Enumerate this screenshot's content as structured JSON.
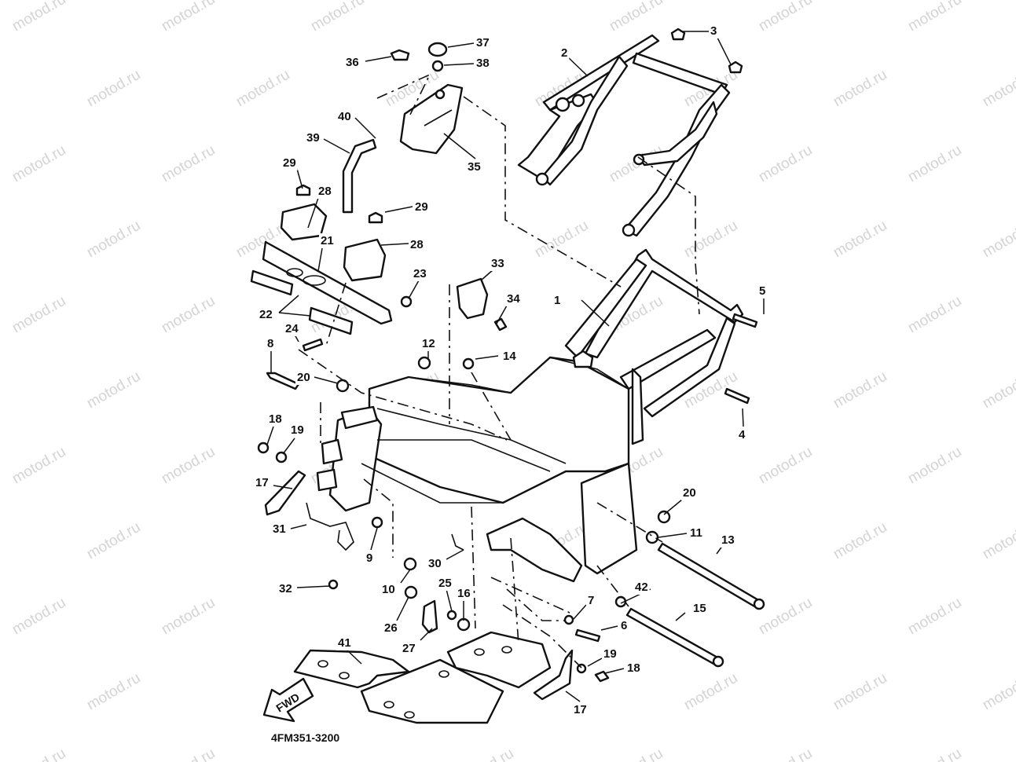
{
  "watermark": "motod.ru",
  "diagram_code": "4FM351-3200",
  "direction_arrow_label": "FWD",
  "callouts": [
    {
      "id": "1",
      "label": "1"
    },
    {
      "id": "2",
      "label": "2"
    },
    {
      "id": "3",
      "label": "3"
    },
    {
      "id": "4",
      "label": "4"
    },
    {
      "id": "5",
      "label": "5"
    },
    {
      "id": "6",
      "label": "6"
    },
    {
      "id": "7",
      "label": "7"
    },
    {
      "id": "8",
      "label": "8"
    },
    {
      "id": "9",
      "label": "9"
    },
    {
      "id": "10",
      "label": "10"
    },
    {
      "id": "11",
      "label": "11"
    },
    {
      "id": "12",
      "label": "12"
    },
    {
      "id": "13",
      "label": "13"
    },
    {
      "id": "14",
      "label": "14"
    },
    {
      "id": "15",
      "label": "15"
    },
    {
      "id": "16",
      "label": "16"
    },
    {
      "id": "17a",
      "label": "17"
    },
    {
      "id": "17b",
      "label": "17"
    },
    {
      "id": "18a",
      "label": "18"
    },
    {
      "id": "18b",
      "label": "18"
    },
    {
      "id": "19a",
      "label": "19"
    },
    {
      "id": "19b",
      "label": "19"
    },
    {
      "id": "20a",
      "label": "20"
    },
    {
      "id": "20b",
      "label": "20"
    },
    {
      "id": "21",
      "label": "21"
    },
    {
      "id": "22",
      "label": "22"
    },
    {
      "id": "23",
      "label": "23"
    },
    {
      "id": "24",
      "label": "24"
    },
    {
      "id": "25",
      "label": "25"
    },
    {
      "id": "26",
      "label": "26"
    },
    {
      "id": "27",
      "label": "27"
    },
    {
      "id": "28a",
      "label": "28"
    },
    {
      "id": "28b",
      "label": "28"
    },
    {
      "id": "29a",
      "label": "29"
    },
    {
      "id": "29b",
      "label": "29"
    },
    {
      "id": "30",
      "label": "30"
    },
    {
      "id": "31",
      "label": "31"
    },
    {
      "id": "32",
      "label": "32"
    },
    {
      "id": "33",
      "label": "33"
    },
    {
      "id": "34",
      "label": "34"
    },
    {
      "id": "35",
      "label": "35"
    },
    {
      "id": "36",
      "label": "36"
    },
    {
      "id": "37",
      "label": "37"
    },
    {
      "id": "38",
      "label": "38"
    },
    {
      "id": "39",
      "label": "39"
    },
    {
      "id": "40",
      "label": "40"
    },
    {
      "id": "41",
      "label": "41"
    },
    {
      "id": "42",
      "label": "42"
    }
  ]
}
